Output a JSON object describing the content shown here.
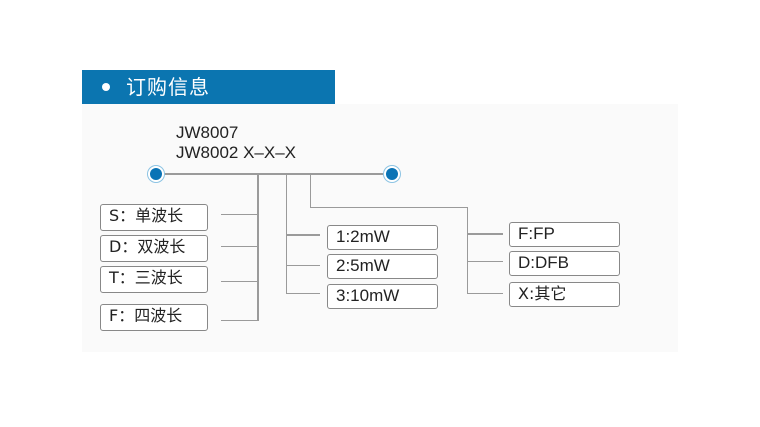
{
  "header": {
    "title": "订购信息"
  },
  "diagram": {
    "model_lines": [
      "JW8007",
      "JW8002 X–X–X"
    ],
    "wavelength_options": [
      {
        "code": "S",
        "label": "S：单波长"
      },
      {
        "code": "D",
        "label": "D：双波长"
      },
      {
        "code": "T",
        "label": "T：三波长"
      },
      {
        "code": "F",
        "label": "F：四波长"
      }
    ],
    "power_options": [
      {
        "label": "1:2mW"
      },
      {
        "label": "2:5mW"
      },
      {
        "label": "3:10mW"
      }
    ],
    "laser_type_options": [
      {
        "label": "F:FP"
      },
      {
        "label": "D:DFB"
      },
      {
        "label": "X:其它"
      }
    ],
    "colors": {
      "accent": "#0b75b0",
      "line": "#9a9a9a",
      "panel": "#fafafa"
    }
  }
}
